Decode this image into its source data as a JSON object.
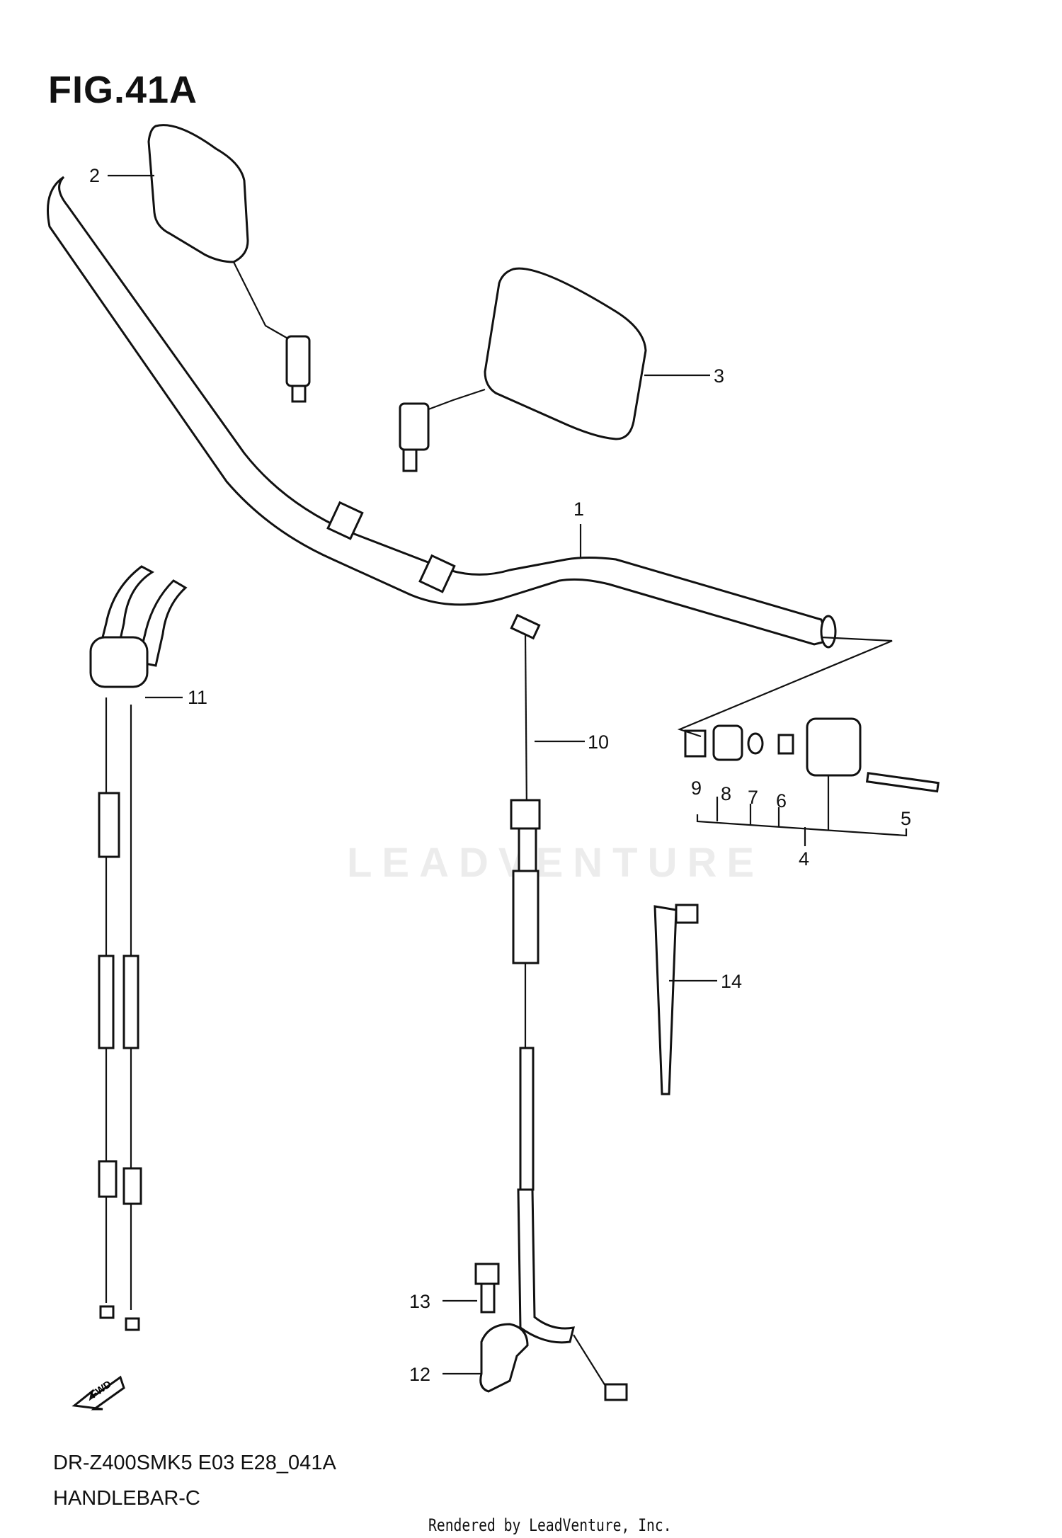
{
  "figure": {
    "title": "FIG.41A"
  },
  "callouts": {
    "c1": "1",
    "c2": "2",
    "c3": "3",
    "c4": "4",
    "c5": "5",
    "c6": "6",
    "c7": "7",
    "c8": "8",
    "c9": "9",
    "c10": "10",
    "c11": "11",
    "c12": "12",
    "c13": "13",
    "c14": "14"
  },
  "direction_arrow_label": "FWD",
  "watermark": "LEADVENTURE",
  "footer": {
    "model_code": "DR-Z400SMK5 E03 E28_041A",
    "section_name": "HANDLEBAR-C",
    "credit": "Rendered by LeadVenture, Inc."
  }
}
